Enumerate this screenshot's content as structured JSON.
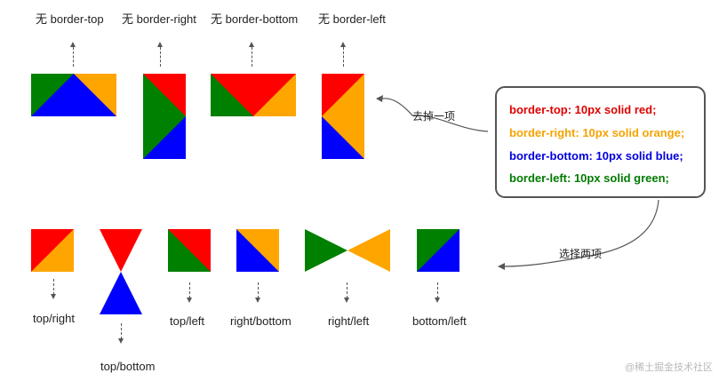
{
  "colors": {
    "top": "#ff0000",
    "right": "#ffa500",
    "bottom": "#0000ff",
    "left": "#008000"
  },
  "top_row": [
    {
      "label": "无 border-top"
    },
    {
      "label": "无 border-right"
    },
    {
      "label": "无 border-bottom"
    },
    {
      "label": "无 border-left"
    }
  ],
  "legend": {
    "lines": [
      {
        "text": "border-top: 10px solid red;"
      },
      {
        "text": "border-right: 10px solid orange;"
      },
      {
        "text": "border-bottom:  10px solid blue;"
      },
      {
        "text": "border-left: 10px solid green;"
      }
    ]
  },
  "notes": {
    "remove_one": "去掉一项",
    "choose_two": "选择两项"
  },
  "bottom_row": [
    {
      "label": "top/right"
    },
    {
      "label": "top/bottom"
    },
    {
      "label": "top/left"
    },
    {
      "label": "right/bottom"
    },
    {
      "label": "right/left"
    },
    {
      "label": "bottom/left"
    }
  ],
  "watermark": "@稀土掘金技术社区"
}
